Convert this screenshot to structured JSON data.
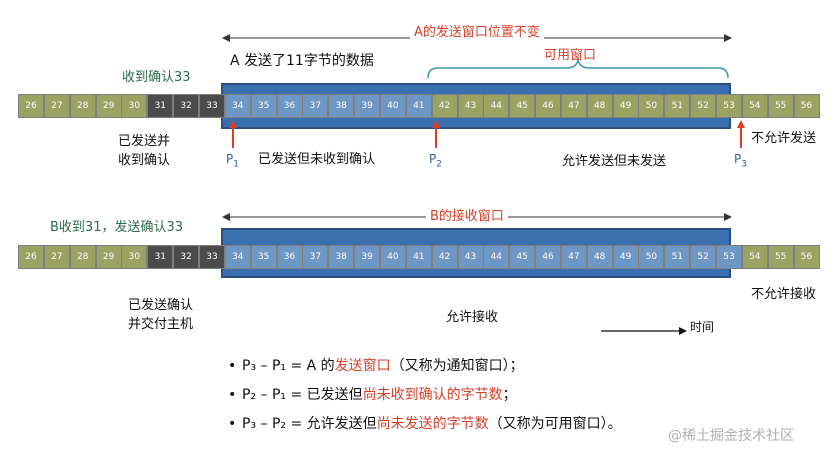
{
  "top": {
    "window_title": "A的发送窗口位置不变",
    "usable_window": "可用窗口",
    "ack_received": "收到确认33",
    "sent_bytes": "A 发送了11字节的数据",
    "sent_and_acked": [
      "已发送并",
      "收到确认"
    ],
    "sent_not_acked": "已发送但未收到确认",
    "allowed_not_sent": "允许发送但未发送",
    "not_allowed": "不允许发送",
    "cells": [
      26,
      27,
      28,
      29,
      30,
      31,
      32,
      33,
      34,
      35,
      36,
      37,
      38,
      39,
      40,
      41,
      42,
      43,
      44,
      45,
      46,
      47,
      48,
      49,
      50,
      51,
      52,
      53,
      54,
      55,
      56
    ],
    "p1": "P",
    "p1_sub": "1",
    "p2": "P",
    "p2_sub": "2",
    "p3": "P",
    "p3_sub": "3"
  },
  "bottom": {
    "title": "B收到31，发送确认33",
    "window_title": "B的接收窗口",
    "sent_ack_delivered": [
      "已发送确认",
      "并交付主机"
    ],
    "allowed_receive": "允许接收",
    "not_allowed_receive": "不允许接收",
    "time": "时间",
    "cells": [
      26,
      27,
      28,
      29,
      30,
      31,
      32,
      33,
      34,
      35,
      36,
      37,
      38,
      39,
      40,
      41,
      42,
      43,
      44,
      45,
      46,
      47,
      48,
      49,
      50,
      51,
      52,
      53,
      54,
      55,
      56
    ]
  },
  "bullets": [
    {
      "bullet": "•",
      "lhs": "P₃ – P₁ = A 的",
      "highlight": "发送窗口",
      "rest": "（又称为通知窗口）；"
    },
    {
      "bullet": "•",
      "lhs": "P₂ – P₁ = 已发送但",
      "highlight": "尚未收到确认的字节数",
      "rest": "；"
    },
    {
      "bullet": "•",
      "lhs": "P₃ – P₂ = 允许发送但",
      "highlight": "尚未发送的字节数",
      "rest": "（又称为可用窗口）。"
    }
  ],
  "watermark": "@稀土掘金技术社区",
  "colors": {
    "red": "#d6402a",
    "olive": "#9ba364",
    "dark": "#4b4b4b",
    "blue": "#3a70b0",
    "green_text": "#2d6a4f"
  }
}
